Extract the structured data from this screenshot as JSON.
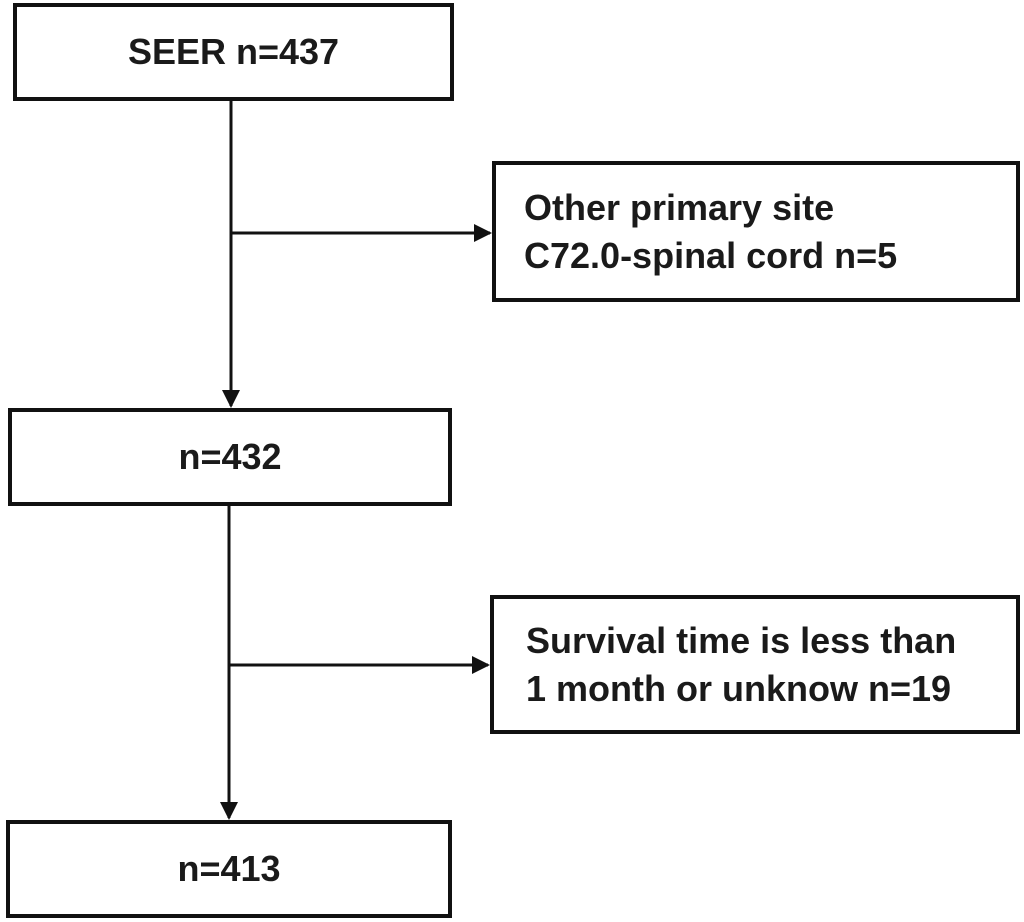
{
  "flowchart": {
    "boxes": {
      "seer": {
        "text": "SEER n=437"
      },
      "exclusion_1": {
        "line1": "Other primary site",
        "line2": "C72.0-spinal cord n=5"
      },
      "step_2": {
        "text": "n=432"
      },
      "exclusion_2": {
        "line1": "Survival time is less than",
        "line2": "1 month or unknow n=19"
      },
      "final": {
        "text": "n=413"
      }
    }
  },
  "colors": {
    "line": "#111111",
    "text": "#1a1a1a",
    "background": "#ffffff"
  }
}
